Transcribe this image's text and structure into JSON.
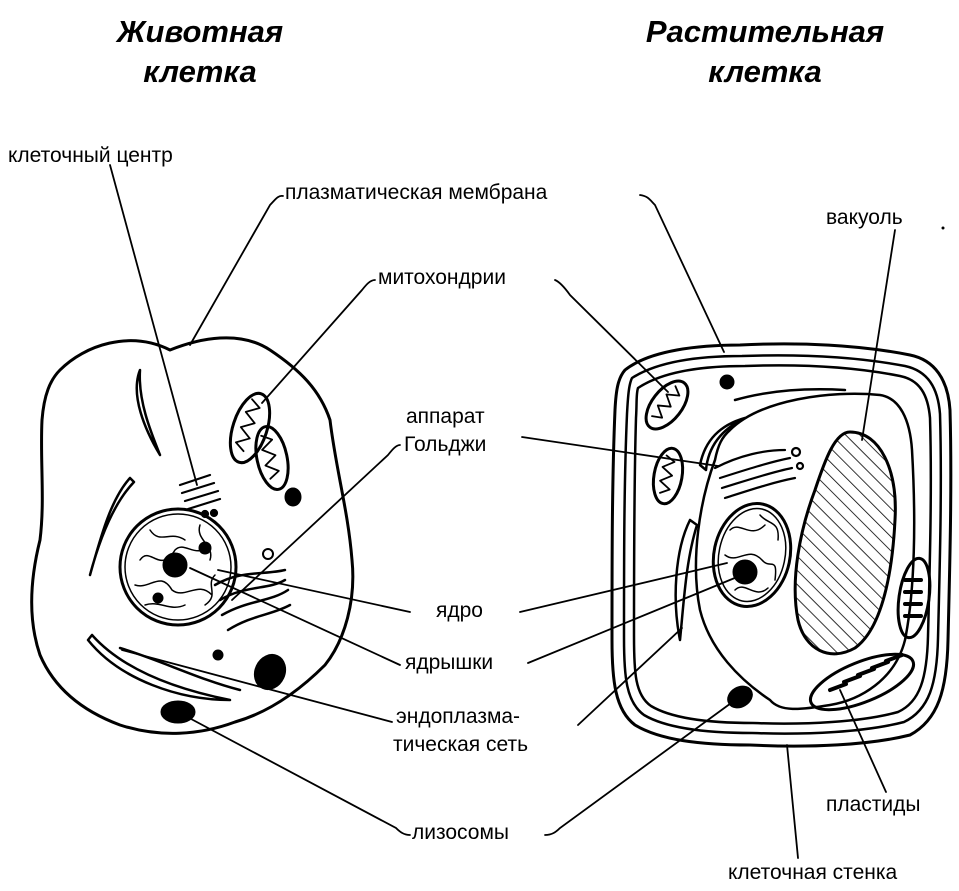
{
  "titles": {
    "animal_line1": "Животная",
    "animal_line2": "клетка",
    "plant_line1": "Растительная",
    "plant_line2": "клетка"
  },
  "labels": {
    "cell_center": "клеточный центр",
    "plasma_membrane": "плазматическая мембрана",
    "vacuole": "вакуоль",
    "mitochondria": "митохондрии",
    "golgi_line1": "аппарат",
    "golgi_line2": "Гольджи",
    "nucleus": "ядро",
    "nucleoli": "ядрышки",
    "er_line1": "эндоплазма-",
    "er_line2": "тическая сеть",
    "lysosomes": "лизосомы",
    "plastids": "пластиды",
    "cell_wall": "клеточная стенка"
  },
  "colors": {
    "ink": "#000000",
    "paper": "#ffffff"
  }
}
